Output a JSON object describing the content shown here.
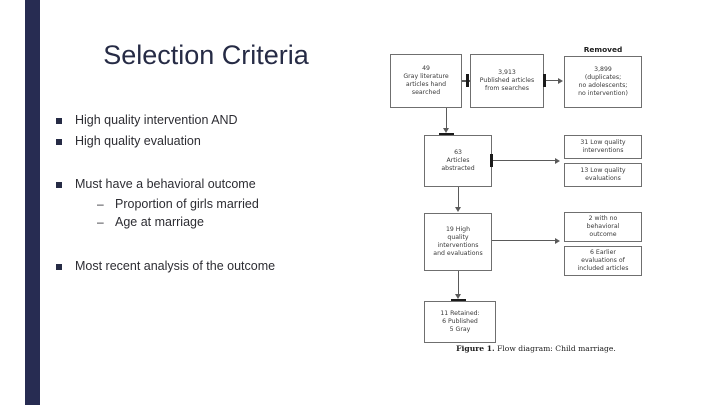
{
  "slide": {
    "title": "Selection Criteria",
    "accent_color": "#272c52",
    "title_color": "#262b45",
    "body_text_color": "#2d2d33",
    "background": "#ffffff"
  },
  "bullets": [
    {
      "label": "High quality intervention AND",
      "sub": []
    },
    {
      "label": "High quality evaluation",
      "sub": []
    },
    {
      "label": "Must have a behavioral outcome",
      "sub": [
        "Proportion of girls married",
        "Age at marriage"
      ]
    },
    {
      "label": "Most recent analysis of the outcome",
      "sub": []
    }
  ],
  "figure": {
    "caption_strong": "Figure 1.",
    "caption_rest": " Flow diagram: Child marriage.",
    "removed_header": "Removed",
    "boxes": {
      "gray_lit": {
        "num": "49",
        "l1": "Gray literature",
        "l2": "articles hand",
        "l3": "searched"
      },
      "published": {
        "num": "3,913",
        "l1": "Published articles",
        "l2": "from searches"
      },
      "removed": {
        "num": "3,899",
        "l1": "(duplicates;",
        "l2": "no adolescents;",
        "l3": "no intervention)"
      },
      "abstracted": {
        "num": "63",
        "l1": "Articles",
        "l2": "abstracted"
      },
      "low_qual_int": {
        "num": "",
        "l1": "31 Low quality",
        "l2": "interventions"
      },
      "low_qual_eval": {
        "num": "",
        "l1": "13 Low quality",
        "l2": "evaluations"
      },
      "high_qual": {
        "num": "19 High",
        "l1": "quality",
        "l2": "interventions",
        "l3": "and evaluations"
      },
      "no_behavioral": {
        "num": "",
        "l1": "2 with no",
        "l2": "behavioral",
        "l3": "outcome"
      },
      "earlier_eval": {
        "num": "",
        "l1": "6 Earlier",
        "l2": "evaluations of",
        "l3": "included articles"
      },
      "retained": {
        "num": "",
        "l1": "11 Retained:",
        "l2": "6 Published",
        "l3": "5 Gray"
      }
    }
  }
}
